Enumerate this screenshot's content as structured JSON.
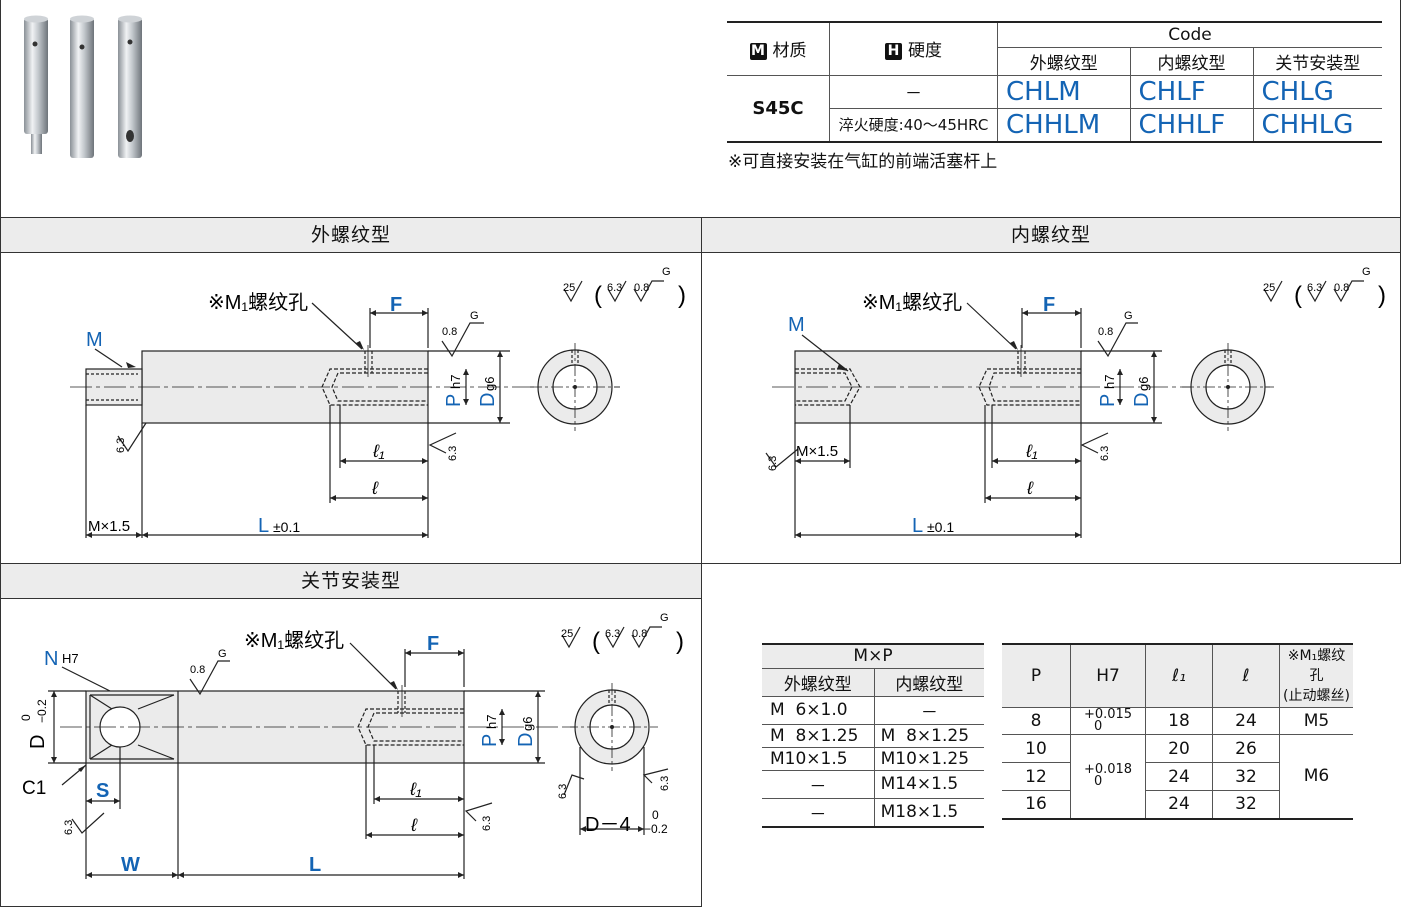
{
  "material_table": {
    "material_label": "材质",
    "material_badge": "M",
    "hardness_label": "硬度",
    "hardness_badge": "H",
    "code_label": "Code",
    "types": [
      "外螺纹型",
      "内螺纹型",
      "关节安装型"
    ],
    "material": "S45C",
    "rows": [
      {
        "hardness": "－",
        "codes": [
          "CHLM",
          "CHLF",
          "CHLG"
        ]
      },
      {
        "hardness": "淬火硬度:40～45HRC",
        "codes": [
          "CHHLM",
          "CHHLF",
          "CHHLG"
        ]
      }
    ],
    "note": "※可直接安装在气缸的前端活塞杆上"
  },
  "sections": {
    "external": "外螺纹型",
    "internal": "内螺纹型",
    "joint": "关节安装型"
  },
  "drawing_labels": {
    "m1_hole": "※M₁螺纹孔",
    "F": "F",
    "M": "M",
    "P": "P",
    "h7": "h7",
    "D": "D",
    "g6": "g6",
    "l1": "ℓ₁",
    "l": "ℓ",
    "L": "L",
    "L_tol": "±0.1",
    "MX15": "M×1.5",
    "roughness_25": "25",
    "roughness_63": "6.3",
    "roughness_08": "0.8",
    "G": "G",
    "N": "N",
    "H7": "H7",
    "S": "S",
    "W": "W",
    "C1": "C1",
    "D_tol": "D",
    "tol_0": "0",
    "tol_m02": "−0.2",
    "D4": "D－4"
  },
  "mxp_table": {
    "title": "M×P",
    "headers": [
      "外螺纹型",
      "内螺纹型"
    ],
    "rows": [
      [
        "M  6×1.0",
        "－"
      ],
      [
        "M  8×1.25",
        "M  8×1.25"
      ],
      [
        "M10×1.5",
        "M10×1.25"
      ],
      [
        "－",
        "M14×1.5"
      ],
      [
        "－",
        "M18×1.5"
      ]
    ]
  },
  "p_table": {
    "headers": [
      "P",
      "H7",
      "ℓ₁",
      "ℓ",
      "※M₁螺纹孔",
      "(止动螺丝)"
    ],
    "rows": [
      {
        "P": "8",
        "H7_upper": "+0.015",
        "H7_lower": "0",
        "l1": "18",
        "l": "24",
        "M1": "M5"
      },
      {
        "P": "10",
        "l1": "20",
        "l": "26"
      },
      {
        "P": "12",
        "H7_upper": "+0.018",
        "H7_lower": "0",
        "l1": "24",
        "l": "32",
        "M1": "M6"
      },
      {
        "P": "16",
        "l1": "24",
        "l": "32"
      }
    ]
  }
}
